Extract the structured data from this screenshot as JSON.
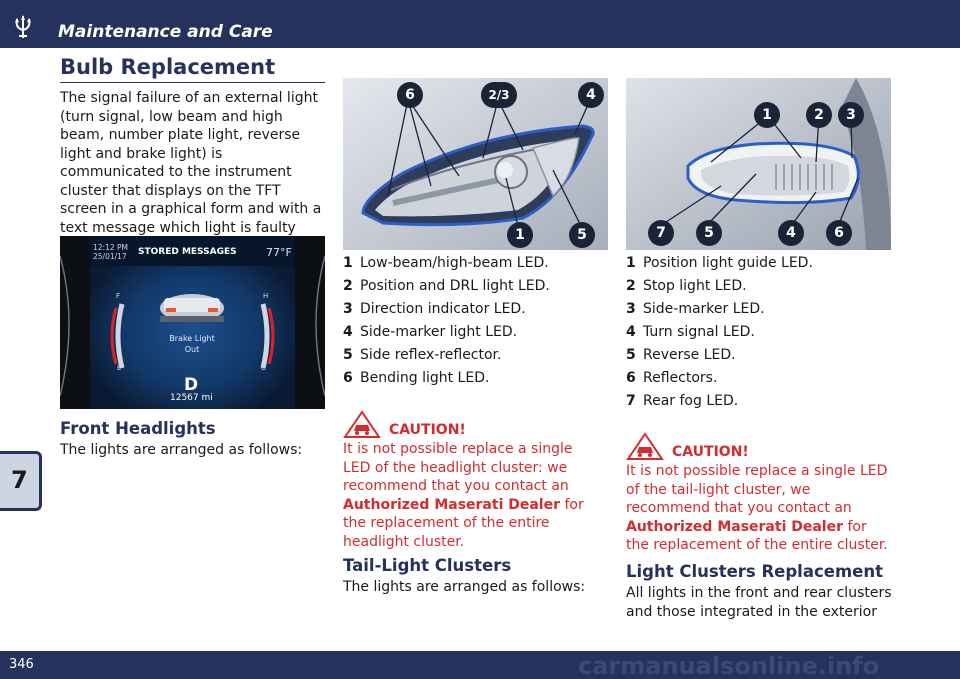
{
  "header": {
    "title": "Maintenance and Care"
  },
  "chapter_tab": "7",
  "page_number": "346",
  "watermark": "carmanualsonline.info",
  "col1": {
    "heading": "Bulb Replacement",
    "intro": "The signal failure of an external light (turn signal, low beam and high beam, number plate light, reverse light and brake light) is communicated to the instrument cluster that displays on the TFT screen in a graphical form and with a text message which light is faulty (see example in the figure).",
    "cluster": {
      "time": "12:12 PM",
      "date": "25/01/17",
      "title": "STORED MESSAGES",
      "temp": "77°F",
      "msg1": "Brake Light",
      "msg2": "Out",
      "gear": "D",
      "odometer": "12567 mi",
      "f": "F",
      "e": "E",
      "h": "H",
      "c": "C"
    },
    "front_heading": "Front Headlights",
    "front_text": "The lights are arranged as follows:"
  },
  "col2": {
    "image_labels": [
      "6",
      "2/3",
      "4",
      "1",
      "5"
    ],
    "list": [
      {
        "n": "1",
        "t": "Low-beam/high-beam LED."
      },
      {
        "n": "2",
        "t": "Position and DRL light LED."
      },
      {
        "n": "3",
        "t": "Direction indicator LED."
      },
      {
        "n": "4",
        "t": "Side-marker light LED."
      },
      {
        "n": "5",
        "t": "Side reflex-reflector."
      },
      {
        "n": "6",
        "t": "Bending light LED."
      }
    ],
    "caution_title": "CAUTION!",
    "caution_text_1": "It is not possible replace a single LED of the headlight cluster: we recommend that you contact an ",
    "caution_bold": "Authorized Maserati Dealer",
    "caution_text_2": " for the replacement of the entire headlight cluster.",
    "tail_heading": "Tail-Light Clusters",
    "tail_text": "The lights are arranged as follows:"
  },
  "col3": {
    "image_labels": [
      "1",
      "2",
      "3",
      "7",
      "5",
      "4",
      "6"
    ],
    "list": [
      {
        "n": "1",
        "t": "Position light guide LED."
      },
      {
        "n": "2",
        "t": "Stop light LED."
      },
      {
        "n": "3",
        "t": "Side-marker LED."
      },
      {
        "n": "4",
        "t": "Turn signal LED."
      },
      {
        "n": "5",
        "t": "Reverse LED."
      },
      {
        "n": "6",
        "t": "Reflectors."
      },
      {
        "n": "7",
        "t": "Rear fog LED."
      }
    ],
    "caution_title": "CAUTION!",
    "caution_text_1": "It is not possible replace a single LED of the tail-light cluster, we recommend that you contact an ",
    "caution_bold": "Authorized Maserati Dealer",
    "caution_text_2": " for the replacement of the entire cluster.",
    "replace_heading": "Light Clusters Replacement",
    "replace_text": "All lights in the front and rear clusters and those integrated in the exterior"
  }
}
